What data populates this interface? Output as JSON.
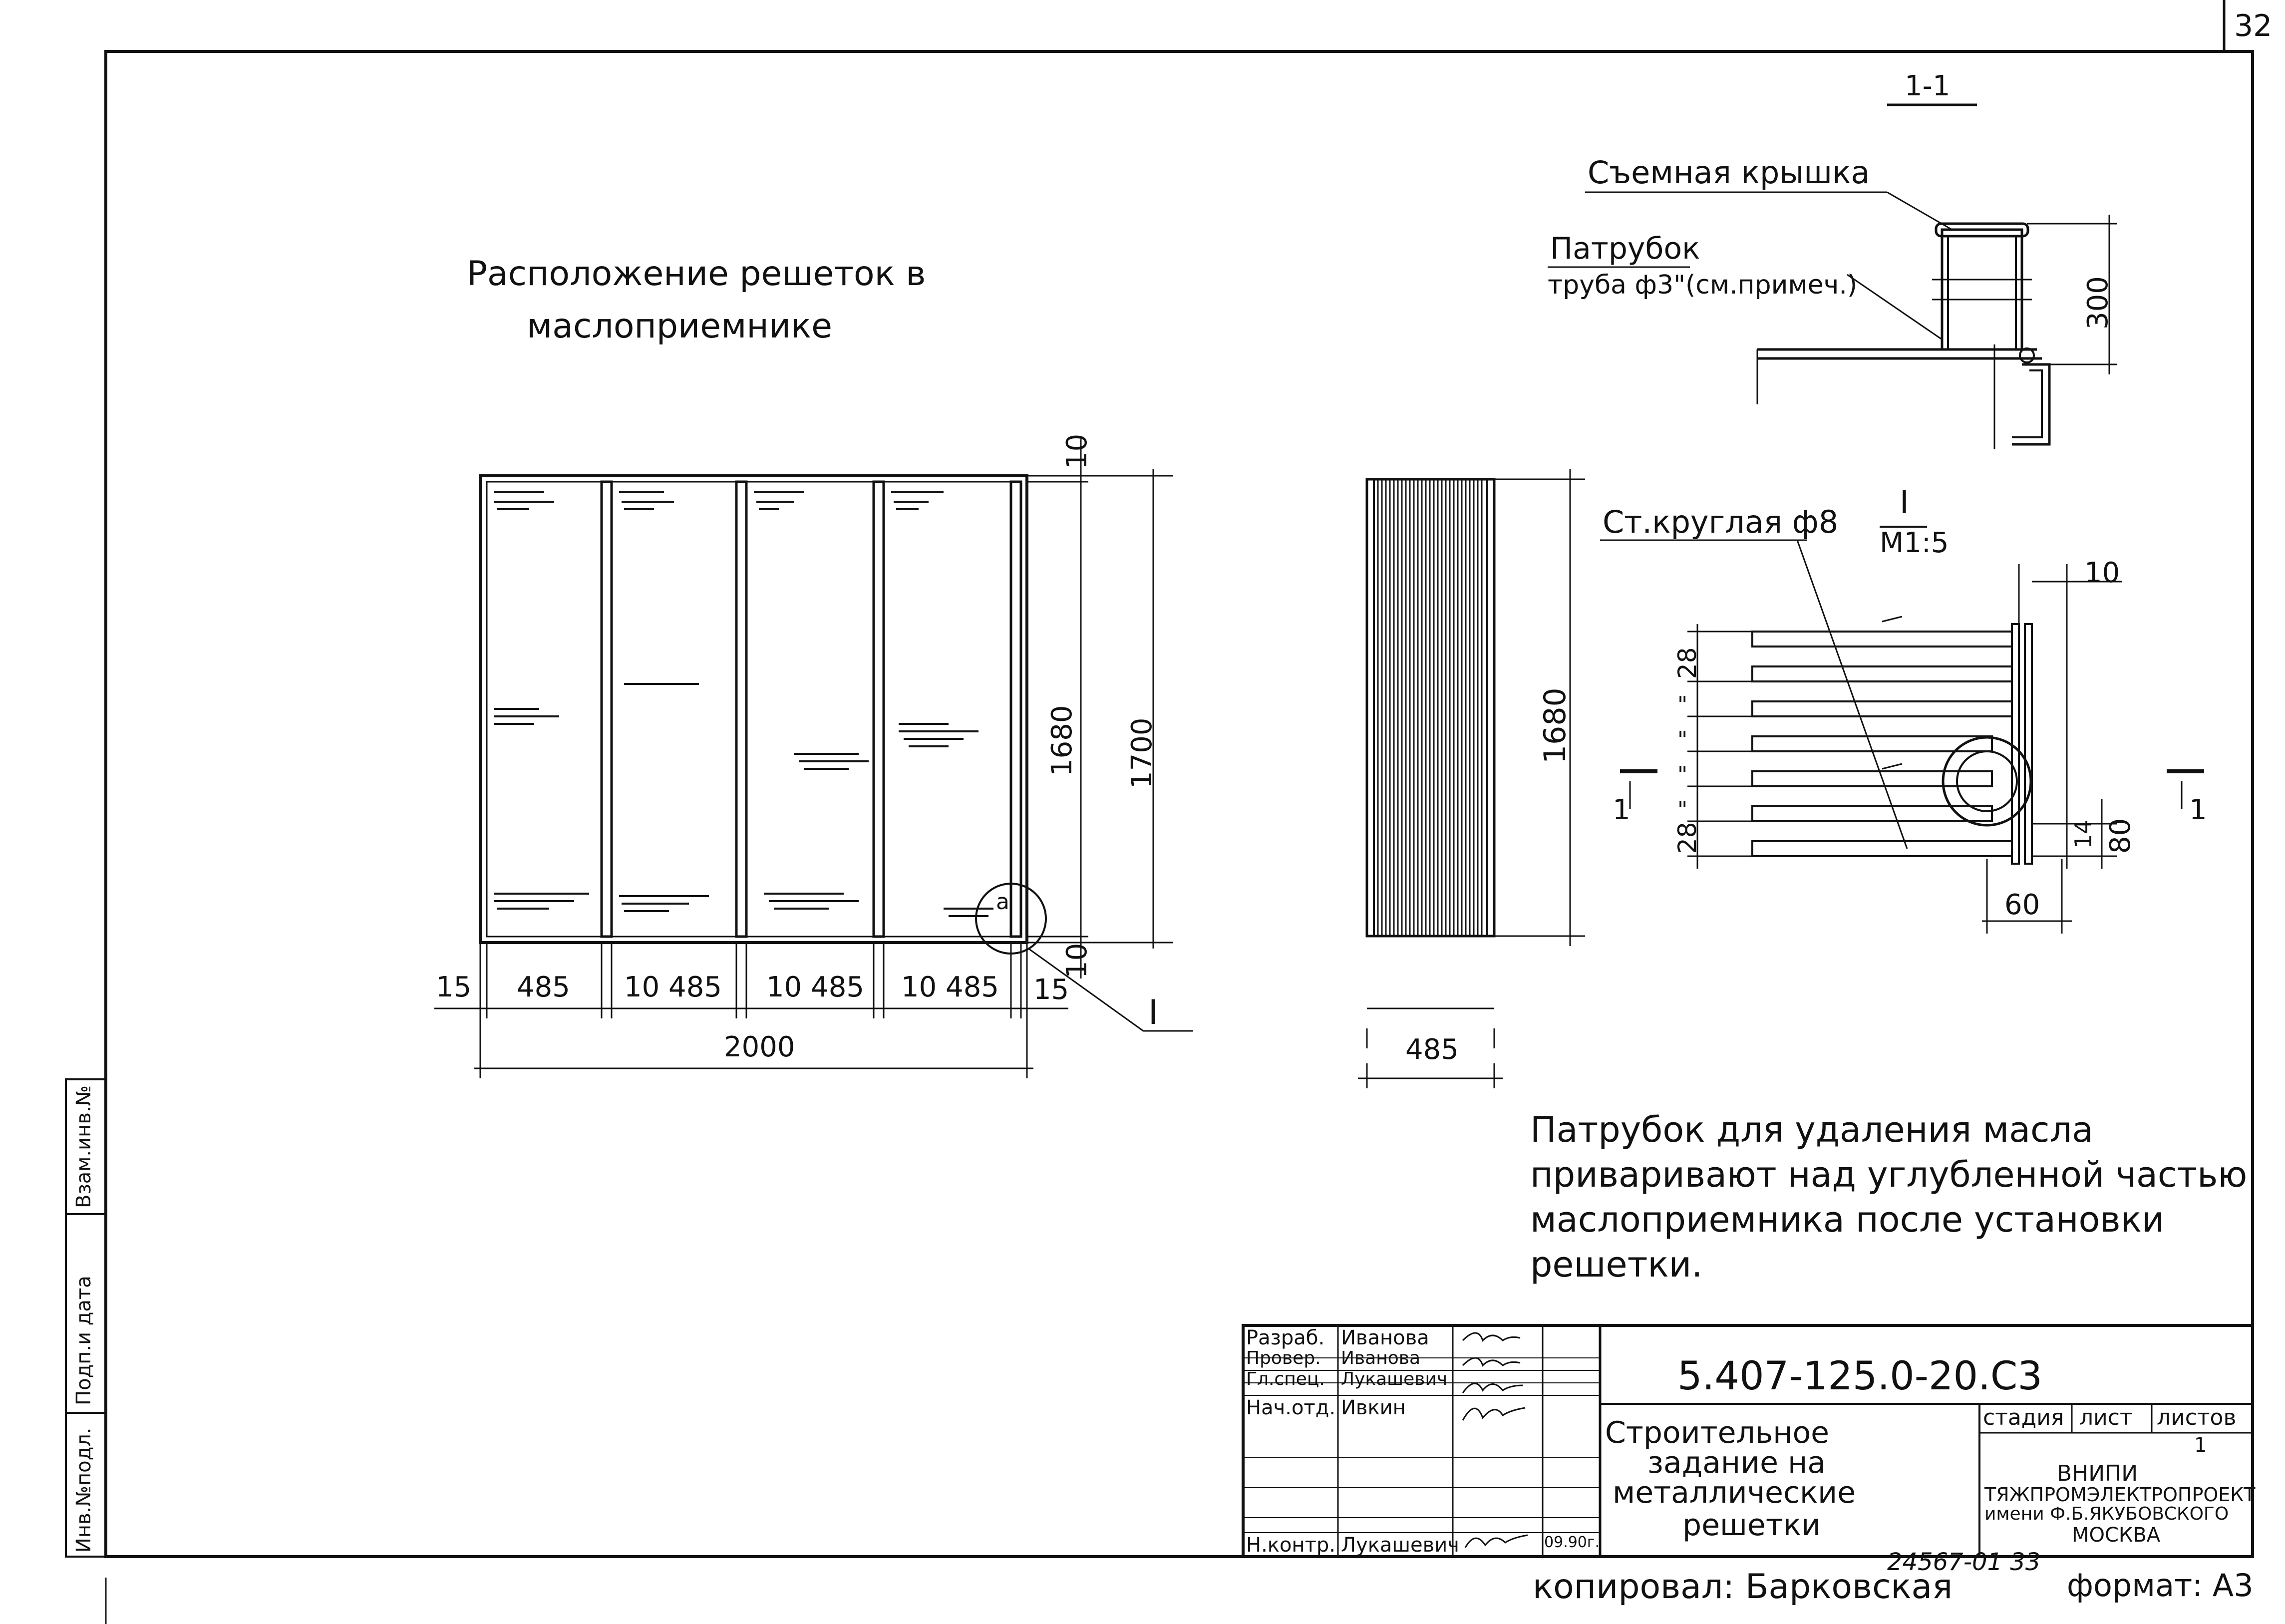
{
  "page": {
    "sheet_number": "32",
    "copied_by": "копировал: Барковская",
    "format": "формат: A3",
    "archive_code": "24567-01  33"
  },
  "plan": {
    "title_line1": "Расположение решеток в",
    "title_line2": "маслоприемнике",
    "dims_bottom": [
      "15",
      "485",
      "10  485",
      "10  485",
      "10  485",
      "15"
    ],
    "dim_total": "2000",
    "dim_1680": "1680",
    "dim_1700": "1700",
    "dim_10_top": "10",
    "dim_10_bottom": "10",
    "callout_a": "a",
    "callout_I": "I"
  },
  "grate": {
    "dim_height": "1680",
    "dim_width": "485"
  },
  "section": {
    "title": "1-1",
    "label_lid": "Съемная крышка",
    "label_pipe1": "Патрубок",
    "label_pipe2": "труба ф3\"(см.примеч.)",
    "dim_300": "300"
  },
  "detail": {
    "title": "I",
    "scale": "М1:5",
    "label_rod": "Ст.круглая ф8",
    "dim_10": "10",
    "dim_28_top": "28",
    "ditto1": "\"",
    "ditto2": "\"",
    "ditto3": "\"",
    "ditto4": "\"",
    "dim_28_bottom": "28",
    "dim_14": "14",
    "dim_80": "80",
    "dim_60": "60",
    "cut_left": "1",
    "cut_right": "1"
  },
  "note": {
    "line1": "Патрубок для удаления масла",
    "line2": "приваривают над углубленной частью",
    "line3": "маслоприемника после установки",
    "line4": "решетки."
  },
  "side_stamp": {
    "col1": "Инв.№подл.",
    "col2": "Подп.и дата",
    "col3": "Взам.инв.№"
  },
  "title_block": {
    "rows": [
      {
        "role": "Разраб.",
        "name": "Иванова",
        "date": ""
      },
      {
        "role": "Провер.",
        "name": "Иванова",
        "date": ""
      },
      {
        "role": "Гл.спец.",
        "name": "Лукашевич",
        "date": ""
      },
      {
        "role": "Нач.отд.",
        "name": "Ивкин",
        "date": ""
      },
      {
        "role": "",
        "name": "",
        "date": ""
      },
      {
        "role": "",
        "name": "",
        "date": ""
      },
      {
        "role": "Н.контр.",
        "name": "Лукашевич",
        "date": "09.90г."
      }
    ],
    "doc_code": "5.407-125.0-20.С3",
    "doc_title_1": "Строительное",
    "doc_title_2": "задание на",
    "doc_title_3": "металлические",
    "doc_title_4": "решетки",
    "col_stage": "стадия",
    "col_sheet": "лист",
    "col_sheets": "листов",
    "sheets_value": "1",
    "org_1": "ВНИПИ",
    "org_2": "ТЯЖПРОМЭЛЕКТРОПРОЕКТ",
    "org_3": "имени Ф.Б.ЯКУБОВСКОГО",
    "org_4": "МОСКВА"
  }
}
